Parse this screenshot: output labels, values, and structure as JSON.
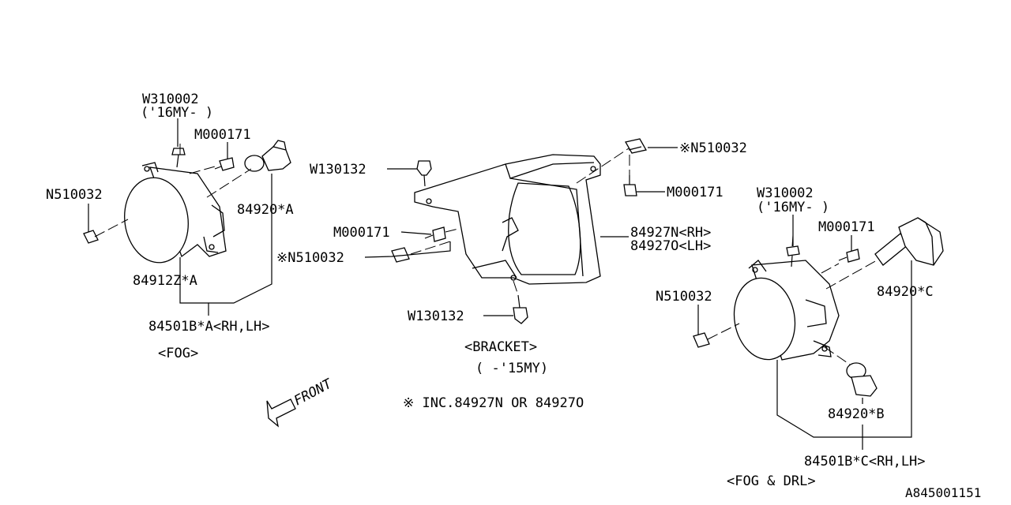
{
  "left_group": {
    "bolt_w_top": "W310002",
    "bolt_w_top_note": "('16MY- )",
    "screw_m": "M000171",
    "nut_n": "N510032",
    "bulb": "84920*A",
    "lamp": "84912Z*A",
    "assembly": "84501B*A<RH,LH>",
    "caption": "<FOG>"
  },
  "center_group": {
    "clip_w_top": "W130132",
    "nut_n_top": "※N510032",
    "screw_m_right": "M000171",
    "screw_m_left": "M000171",
    "nut_n_left": "※N510032",
    "bracket_rh": "84927N<RH>",
    "bracket_lh": "84927O<LH>",
    "clip_w_bottom": "W130132",
    "caption": "<BRACKET>",
    "caption_note": "( -'15MY)",
    "footnote": "※ INC.84927N OR 84927O"
  },
  "right_group": {
    "bolt_w_top": "W310002",
    "bolt_w_top_note": "('16MY- )",
    "screw_m": "M000171",
    "nut_n": "N510032",
    "bulb_c": "84920*C",
    "bulb_b": "84920*B",
    "assembly": "84501B*C<RH,LH>",
    "caption": "<FOG & DRL>"
  },
  "front_arrow": "FRONT",
  "diagram_id": "A845001151"
}
